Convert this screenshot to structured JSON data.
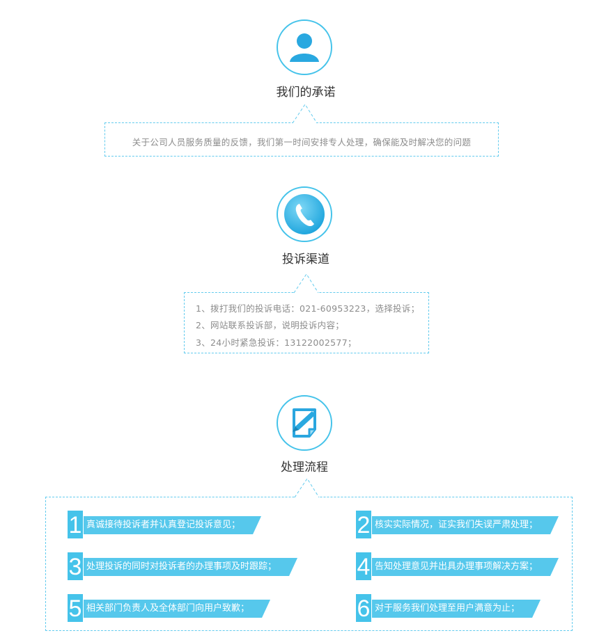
{
  "promise": {
    "icon": "user-icon",
    "title": "我们的承诺",
    "text": "关于公司人员服务质量的反馈，我们第一时间安排专人处理，确保能及时解决您的问题"
  },
  "channels": {
    "icon": "phone-icon",
    "title": "投诉渠道",
    "lines": [
      "1、拨打我们的投诉电话：021-60953223，选择投诉；",
      "2、网站联系投诉部，说明投诉内容；",
      "3、24小时紧急投诉：13122002577；"
    ]
  },
  "process": {
    "icon": "edit-document-icon",
    "title": "处理流程",
    "steps": [
      {
        "num": "1",
        "text": "真诚接待投诉者并认真登记投诉意见；"
      },
      {
        "num": "2",
        "text": "核实实际情况，证实我们失误严肃处理；"
      },
      {
        "num": "3",
        "text": "处理投诉的同时对投诉者的办理事项及时跟踪；"
      },
      {
        "num": "4",
        "text": "告知处理意见并出具办理事项解决方案；"
      },
      {
        "num": "5",
        "text": "相关部门负责人及全体部门向用户致歉；"
      },
      {
        "num": "6",
        "text": "对于服务我们处理至用户满意为止；"
      }
    ]
  },
  "colors": {
    "accent": "#45c3ea",
    "bar": "#56c8ec",
    "dash": "#62cbee",
    "text_gray": "#8c8c8c"
  }
}
